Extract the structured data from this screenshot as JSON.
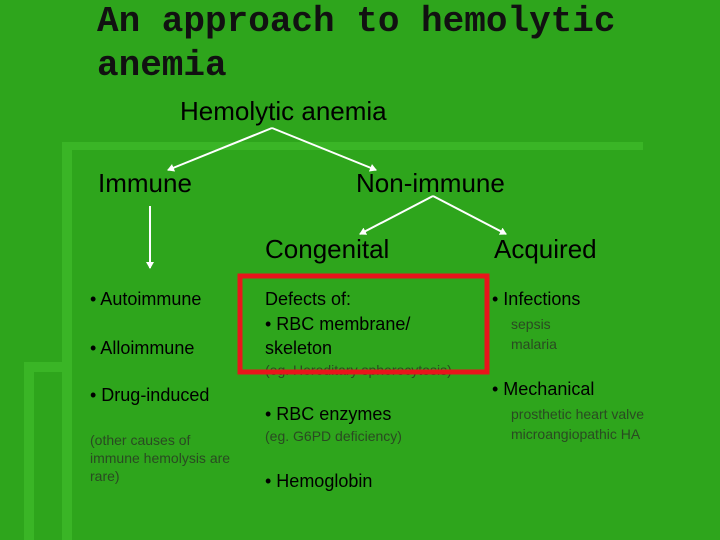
{
  "title": {
    "line1": "An approach to hemolytic",
    "line2": "anemia"
  },
  "root": "Hemolytic anemia",
  "immune": {
    "label": "Immune",
    "items": [
      "• Autoimmune",
      "• Alloimmune",
      "• Drug-induced"
    ],
    "note": "(other causes of immune hemolysis are rare)"
  },
  "nonimmune": {
    "label": "Non-immune",
    "congenital": {
      "label": "Congenital",
      "defects_heading": "Defects of:",
      "membrane_line1": "• RBC membrane/",
      "membrane_line2": "skeleton",
      "membrane_example": "(eg. Hereditary spherocytosis)",
      "enzymes": "• RBC enzymes",
      "enzymes_example": "(eg. G6PD deficiency)",
      "hemoglobin": "• Hemoglobin"
    },
    "acquired": {
      "label": "Acquired",
      "infections": "• Infections",
      "infection_examples": [
        "sepsis",
        "malaria"
      ],
      "mechanical": "• Mechanical",
      "mechanical_examples": [
        "prosthetic heart valve",
        "microangiopathic HA"
      ]
    }
  },
  "colors": {
    "background": "#2ea51c",
    "highlight_box": "#e8161b",
    "arrow": "#ffffff"
  }
}
